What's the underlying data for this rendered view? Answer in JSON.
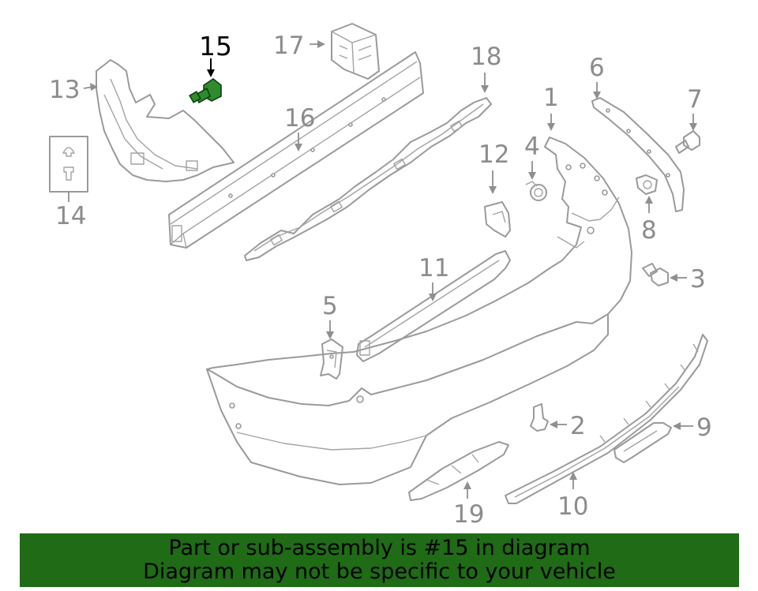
{
  "highlighted_part": "15",
  "callouts": {
    "c1": "1",
    "c2": "2",
    "c3": "3",
    "c4": "4",
    "c5": "5",
    "c6": "6",
    "c7": "7",
    "c8": "8",
    "c9": "9",
    "c10": "10",
    "c11": "11",
    "c12": "12",
    "c13": "13",
    "c14": "14",
    "c15": "15",
    "c16": "16",
    "c17": "17",
    "c18": "18",
    "c19": "19"
  },
  "banner": {
    "line1": "Part or sub-assembly is #15 in diagram",
    "line2": "Diagram may not be specific to your vehicle"
  },
  "colors": {
    "highlight_part": "#2e8b2e",
    "banner_background": "#1f6b16",
    "line_art": "#9a9a9a",
    "callout_text": "#8c8c8c"
  }
}
